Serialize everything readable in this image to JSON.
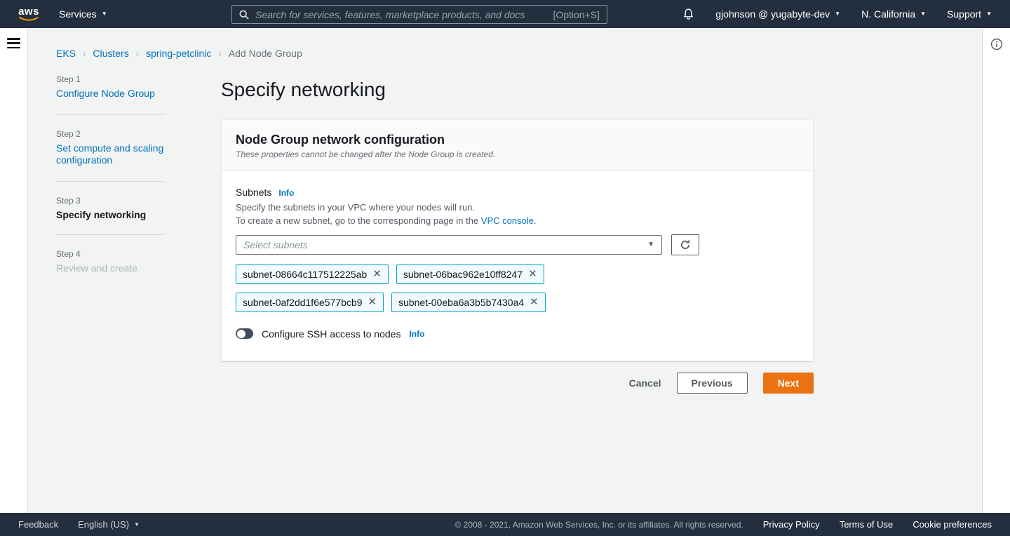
{
  "icons": {
    "caret_down": "▼",
    "close": "✕",
    "breadcrumb_sep": "›"
  },
  "topnav": {
    "logo_text": "aws",
    "services_label": "Services",
    "search": {
      "placeholder": "Search for services, features, marketplace products, and docs",
      "shortcut": "[Option+S]"
    },
    "account_label": "gjohnson @ yugabyte-dev",
    "region_label": "N. California",
    "support_label": "Support"
  },
  "breadcrumb": {
    "items": [
      {
        "label": "EKS"
      },
      {
        "label": "Clusters"
      },
      {
        "label": "spring-petclinic"
      },
      {
        "label": "Add Node Group"
      }
    ]
  },
  "steps": [
    {
      "step": "Step 1",
      "title": "Configure Node Group",
      "state": "link"
    },
    {
      "step": "Step 2",
      "title": "Set compute and scaling configuration",
      "state": "link"
    },
    {
      "step": "Step 3",
      "title": "Specify networking",
      "state": "current"
    },
    {
      "step": "Step 4",
      "title": "Review and create",
      "state": "disabled"
    }
  ],
  "main": {
    "page_title": "Specify networking",
    "card": {
      "title": "Node Group network configuration",
      "subtitle": "These properties cannot be changed after the Node Group is created.",
      "subnets": {
        "label": "Subnets",
        "info_label": "Info",
        "description_line1": "Specify the subnets in your VPC where your nodes will run.",
        "description_line2_prefix": "To create a new subnet, go to the corresponding page in the ",
        "description_line2_link": "VPC console",
        "description_line2_suffix": ".",
        "select_placeholder": "Select subnets",
        "selected": [
          "subnet-08664c117512225ab",
          "subnet-06bac962e10ff8247",
          "subnet-0af2dd1f6e577bcb9",
          "subnet-00eba6a3b5b7430a4"
        ]
      },
      "ssh": {
        "label": "Configure SSH access to nodes",
        "info_label": "Info",
        "enabled": false
      }
    },
    "actions": {
      "cancel": "Cancel",
      "previous": "Previous",
      "next": "Next"
    }
  },
  "footer": {
    "feedback": "Feedback",
    "language": "English (US)",
    "copyright": "© 2008 - 2021, Amazon Web Services, Inc. or its affiliates. All rights reserved.",
    "links": [
      "Privacy Policy",
      "Terms of Use",
      "Cookie preferences"
    ]
  },
  "colors": {
    "nav_dark": "#232f3e",
    "accent_orange": "#ec7211",
    "link_blue": "#0073bb",
    "tag_border": "#00a1c9",
    "tag_bg": "#f1faff"
  }
}
